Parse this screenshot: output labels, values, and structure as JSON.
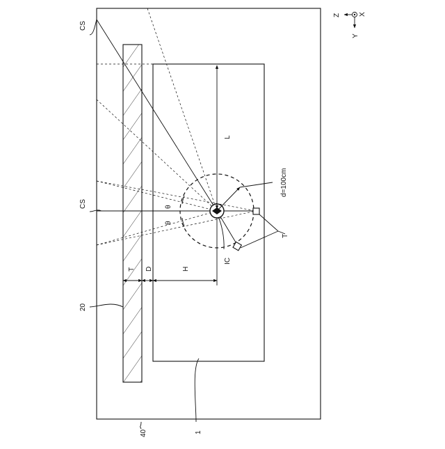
{
  "labels": {
    "cs_top": "CS",
    "cs_mid": "CS",
    "ref_20": "20",
    "ref_40": "40",
    "ref_1": "1",
    "dim_L": "L",
    "dim_T": "T",
    "dim_D": "D",
    "dim_H": "H",
    "theta_upper": "θ",
    "theta_lower": "θ",
    "distance": "d=100cm",
    "ic": "IC",
    "target_T": "T"
  },
  "axes": {
    "z": "Z",
    "x": "X",
    "y": "Y"
  }
}
